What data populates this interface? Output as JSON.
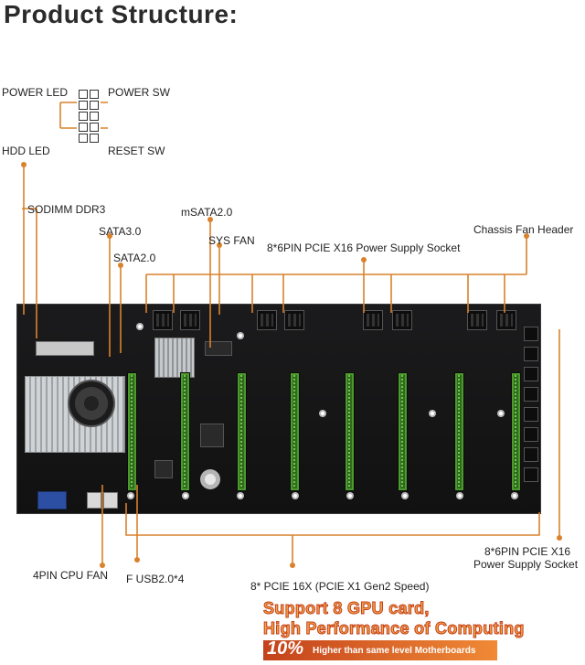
{
  "title": "Product Structure:",
  "labels": {
    "power_led": "POWER LED",
    "power_sw": "POWER SW",
    "hdd_led": "HDD  LED",
    "reset_sw": "RESET SW",
    "sodimm": "SODIMM DDR3",
    "sata3": "SATA3.0",
    "sata2": "SATA2.0",
    "msata": "mSATA2.0",
    "sys_fan": "SYS FAN",
    "pcie_power_top": "8*6PIN PCIE X16 Power Supply Socket",
    "chassis_fan": "Chassis Fan Header",
    "cpu_fan": "4PIN CPU FAN",
    "f_usb": "F USB2.0*4",
    "pcie_slots": "8* PCIE 16X (PCIE X1 Gen2 Speed)",
    "pcie_power_right_1": "8*6PIN PCIE X16",
    "pcie_power_right_2": "Power Supply Socket"
  },
  "promo": {
    "line1": "Support 8 GPU card,",
    "line2": "High Performance of Computing",
    "percent": "10%",
    "subtext": "Higher than same level Motherboards"
  },
  "colors": {
    "callout_line": "#d9822b",
    "slot_green": "#3f8a26",
    "promo_orange": "#e8622a"
  }
}
